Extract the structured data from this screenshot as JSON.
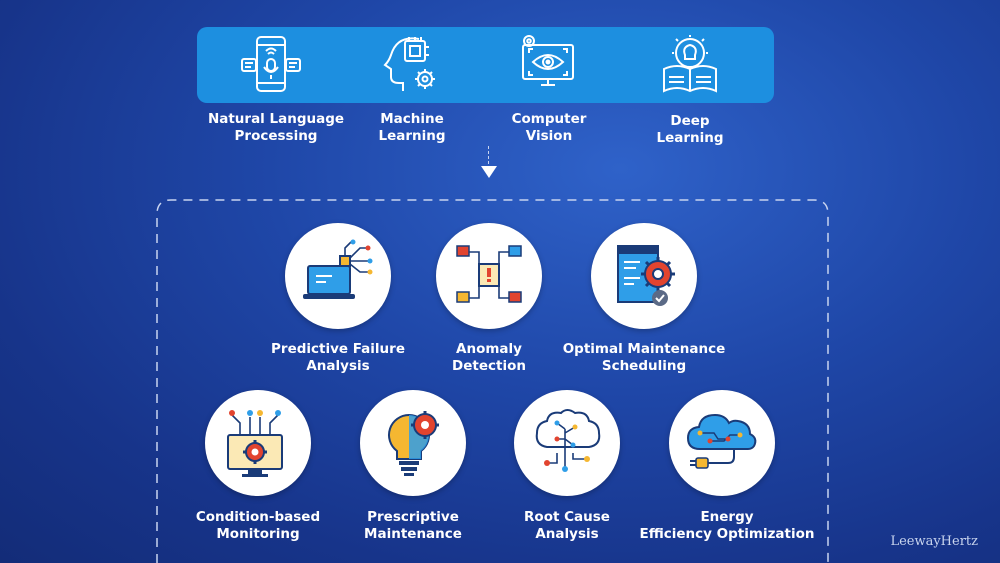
{
  "technologies": [
    {
      "label": "Natural Language\nProcessing",
      "icon": "nlp-phone-icon"
    },
    {
      "label": "Machine\nLearning",
      "icon": "machine-learning-head-icon"
    },
    {
      "label": "Computer\nVision",
      "icon": "computer-vision-monitor-icon"
    },
    {
      "label": "Deep\nLearning",
      "icon": "deep-learning-book-icon"
    }
  ],
  "capabilities": [
    {
      "label": "Predictive Failure\nAnalysis",
      "icon": "laptop-circuit-icon"
    },
    {
      "label": "Anomaly\nDetection",
      "icon": "anomaly-network-icon"
    },
    {
      "label": "Optimal Maintenance\nScheduling",
      "icon": "document-gear-check-icon"
    },
    {
      "label": "Condition-based\nMonitoring",
      "icon": "monitor-gear-icon"
    },
    {
      "label": "Prescriptive\nMaintenance",
      "icon": "lightbulb-gear-icon"
    },
    {
      "label": "Root Cause\nAnalysis",
      "icon": "brain-circuit-icon"
    },
    {
      "label": "Energy\nEfficiency Optimization",
      "icon": "cloud-plug-icon"
    }
  ],
  "watermark": "LeewayHertz",
  "colors": {
    "background": "#1f47a8",
    "tech_bar": "#1d8fe0",
    "accent_red": "#e2442f",
    "accent_yellow": "#f5b731",
    "accent_blue": "#2f9ee8"
  }
}
